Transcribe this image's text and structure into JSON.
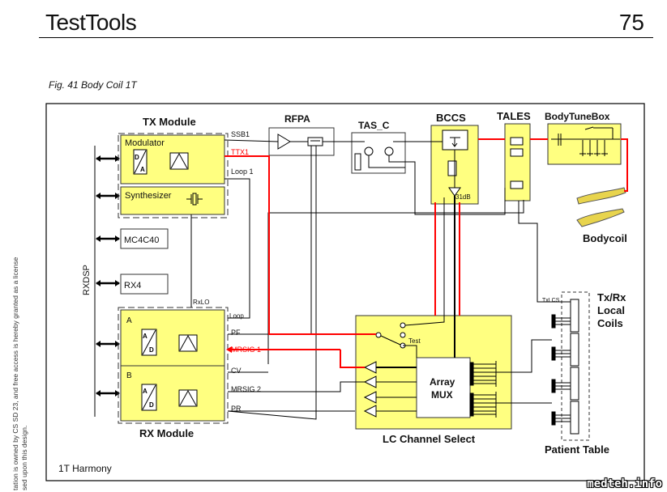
{
  "header": {
    "title": "TestTools",
    "page_number": "75"
  },
  "figure": {
    "caption": "Fig. 41    Body Coil 1T",
    "footer_label": "1T Harmony"
  },
  "side_note": {
    "line1": "tation is owned by CS SD 23, and free access is hereby granted as a license",
    "line2": "sed upon this design."
  },
  "watermark": "medteh.info",
  "diagram": {
    "tx_module": {
      "title": "TX Module",
      "modulator": "Modulator",
      "synthesizer": "Synthesizer"
    },
    "rxdsp": "RXDSP",
    "mc4c40": "MC4C40",
    "rx4": "RX4",
    "rx_module": {
      "title": "RX Module",
      "channel_a": "A",
      "channel_b": "B"
    },
    "rfpa": "RFPA",
    "tas_c": "TAS_C",
    "bccs": {
      "title": "BCCS",
      "attenuation": "31dB"
    },
    "tales": "TALES",
    "bodytunebox": "BodyTuneBox",
    "bodycoil": "Bodycoil",
    "lc_channel_select": {
      "title": "LC Channel Select",
      "test_label": "Test",
      "mux_line1": "Array",
      "mux_line2": "MUX"
    },
    "local_coils": {
      "line1": "Tx/Rx",
      "line2": "Local",
      "line3": "Coils"
    },
    "patient_table": "Patient Table",
    "signals": {
      "ssb1": "SSB1",
      "ttx1": "TTX1",
      "loop1": "Loop 1",
      "rxlo": "RxLO",
      "loop": "Loop",
      "pf": "PF",
      "mrsig1": "MRSIG 1",
      "cv": "CV",
      "mrsig2": "MRSIG 2",
      "pr": "PR",
      "txlcs": "TxLCS"
    },
    "da_label": [
      "D",
      "A"
    ],
    "ad_label": [
      "A",
      "D"
    ],
    "colors": {
      "module_fill": "#ffff80",
      "rf_path": "#ff0000",
      "line": "#000000"
    }
  }
}
